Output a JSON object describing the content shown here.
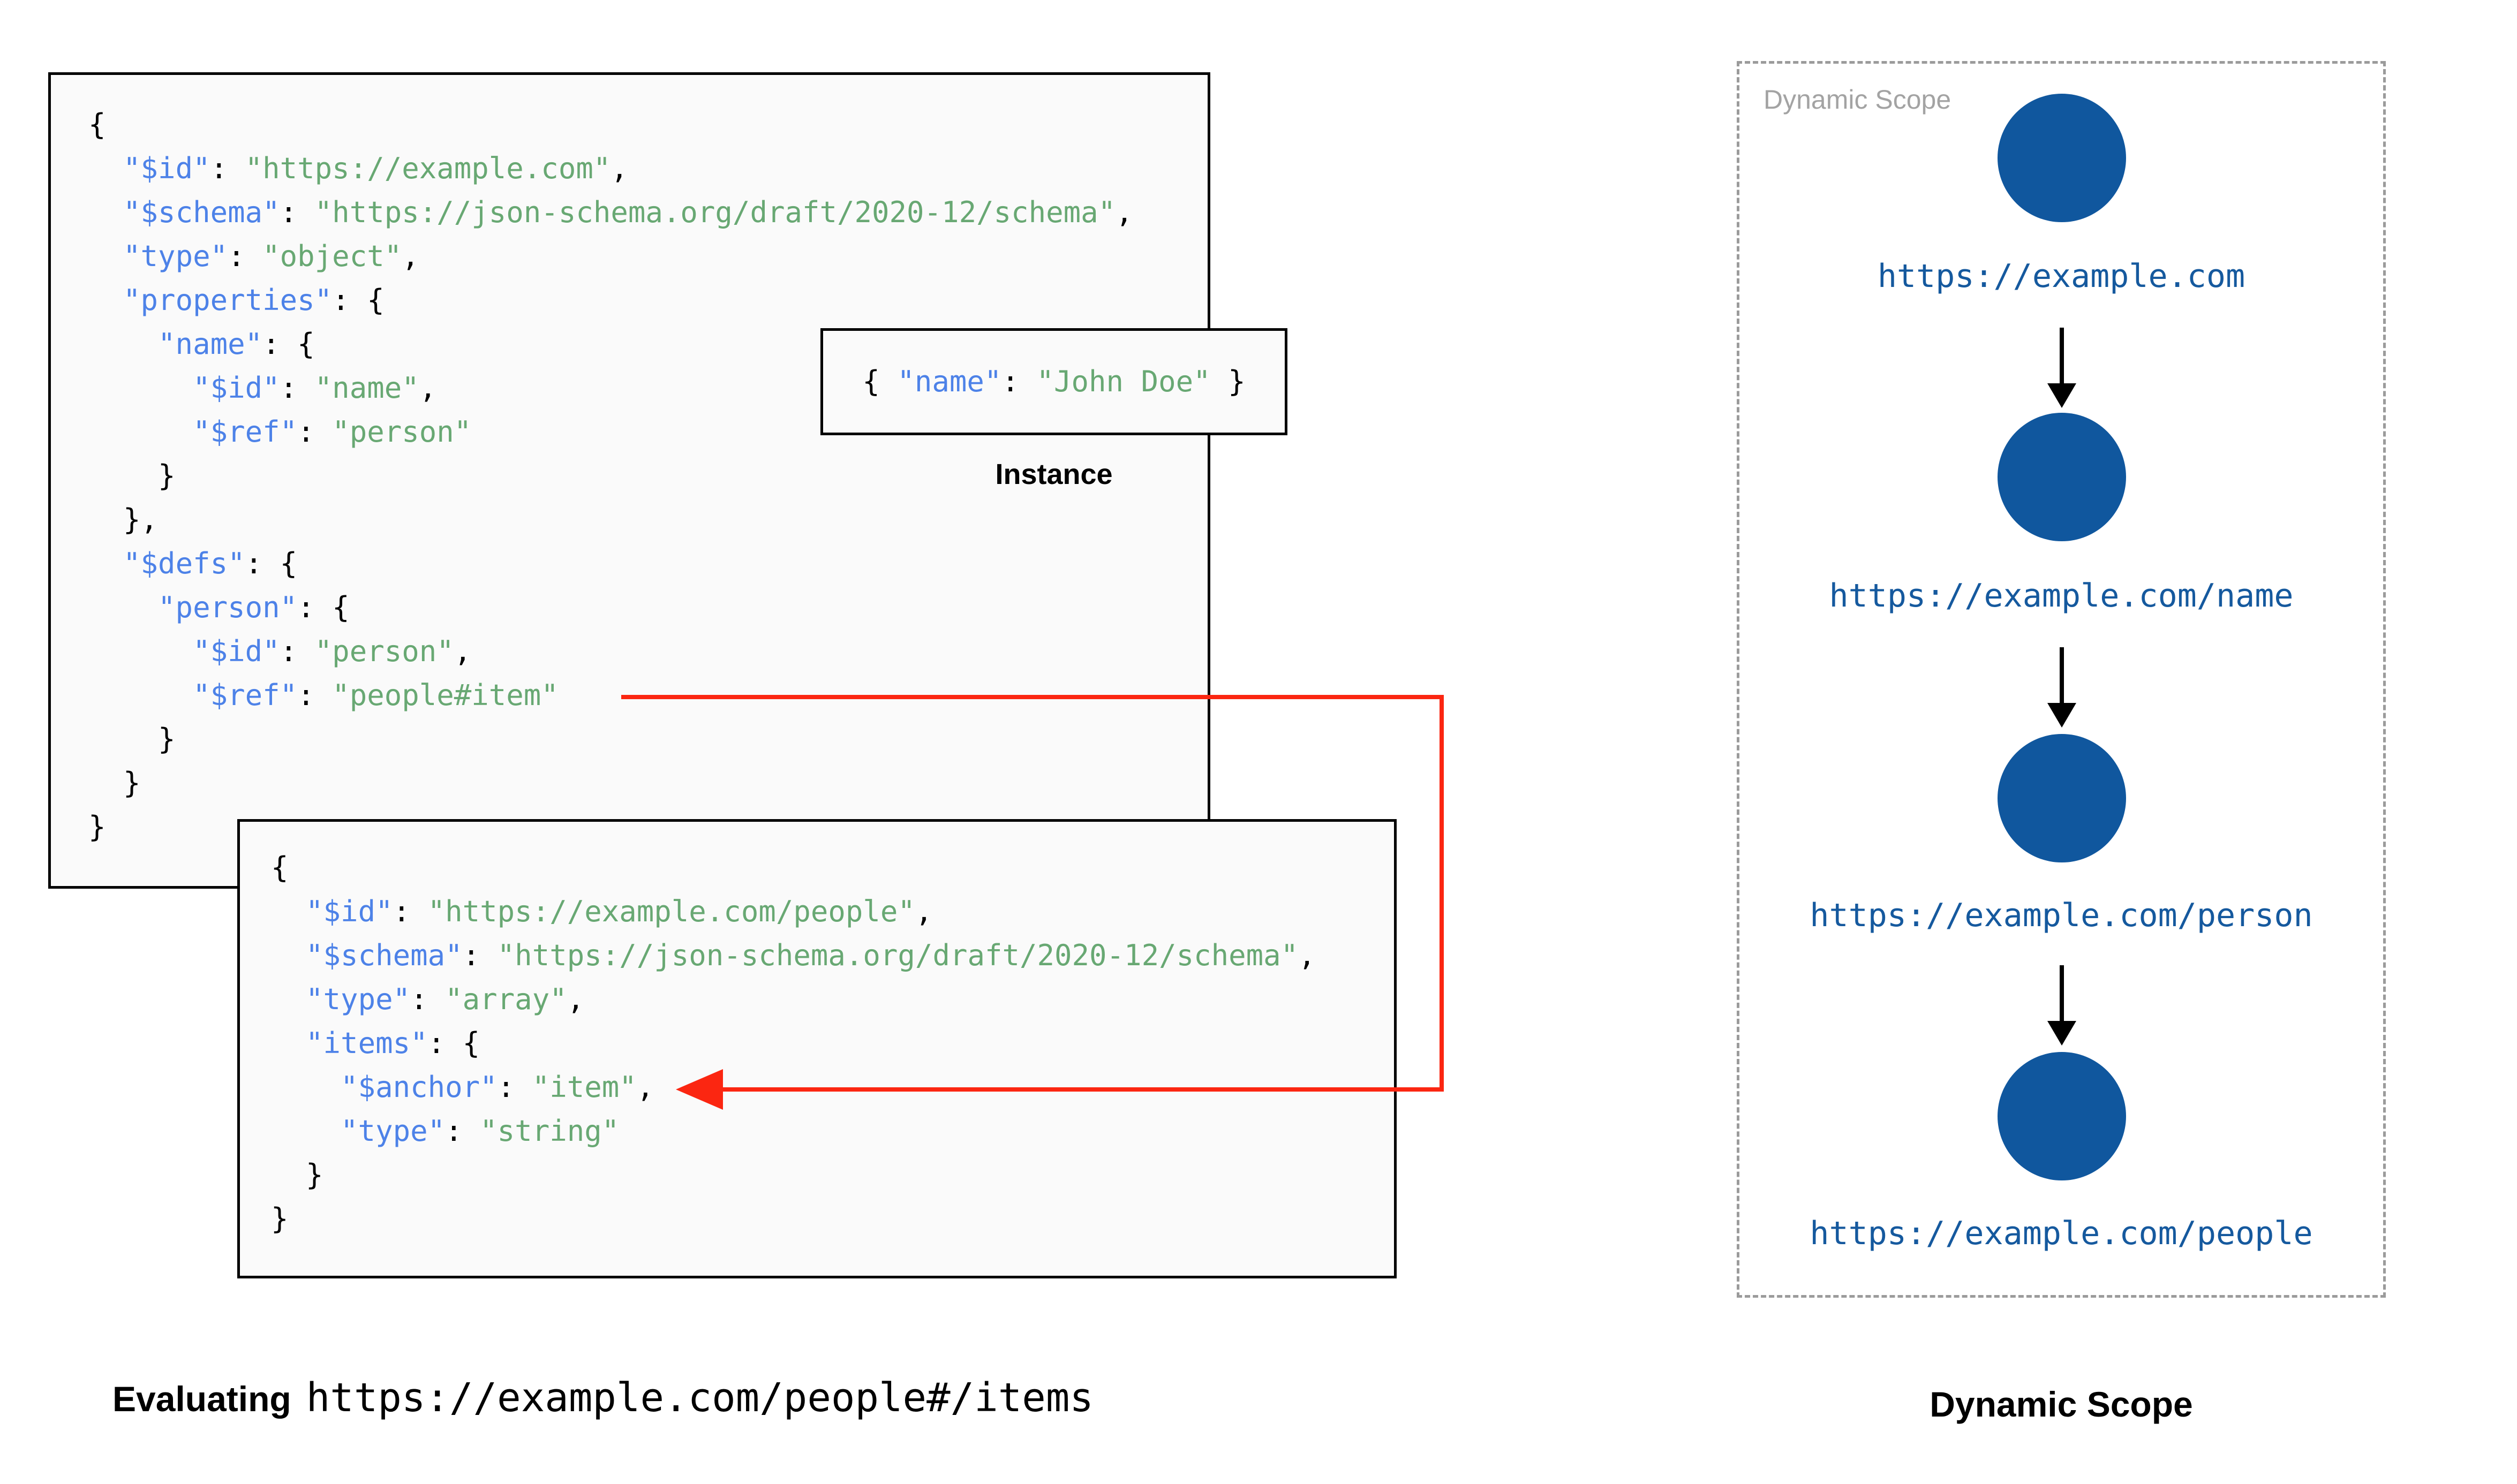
{
  "diagram": {
    "schema_root": {
      "code_lines": [
        "{",
        "  \"$id\": \"https://example.com\",",
        "  \"$schema\": \"https://json-schema.org/draft/2020-12/schema\",",
        "  \"type\": \"object\",",
        "  \"properties\": {",
        "    \"name\": {",
        "      \"$id\": \"name\",",
        "      \"$ref\": \"person\"",
        "    }",
        "  },",
        "  \"$defs\": {",
        "    \"person\": {",
        "      \"$id\": \"person\",",
        "      \"$ref\": \"people#item\"",
        "    }",
        "  }",
        "}"
      ]
    },
    "instance": {
      "code_lines": [
        "{ \"name\": \"John Doe\" }"
      ],
      "label": "Instance"
    },
    "schema_people": {
      "code_lines": [
        "{",
        "  \"$id\": \"https://example.com/people\",",
        "  \"$schema\": \"https://json-schema.org/draft/2020-12/schema\",",
        "  \"type\": \"array\",",
        "  \"items\": {",
        "    \"$anchor\": \"item\",",
        "    \"type\": \"string\"",
        "  }",
        "}"
      ]
    },
    "ref_arrow": {
      "from": "\"$ref\": \"people#item\"",
      "to": "\"$anchor\": \"item\""
    },
    "caption": {
      "prefix": "Evaluating",
      "uri": "https://example.com/people#/items"
    }
  },
  "dynamic_scope": {
    "panel_label": "Dynamic Scope",
    "caption": "Dynamic Scope",
    "nodes": [
      {
        "url": "https://example.com"
      },
      {
        "url": "https://example.com/name"
      },
      {
        "url": "https://example.com/person"
      },
      {
        "url": "https://example.com/people"
      }
    ]
  },
  "colors": {
    "key_blue": "#4d82e8",
    "string_green": "#68a873",
    "node_blue": "#10579e",
    "url_blue": "#15599e",
    "arrow_red": "#fb2611",
    "panel_label_gray": "#a3a3a3",
    "box_background": "#fafafa",
    "border_black": "#000000"
  }
}
